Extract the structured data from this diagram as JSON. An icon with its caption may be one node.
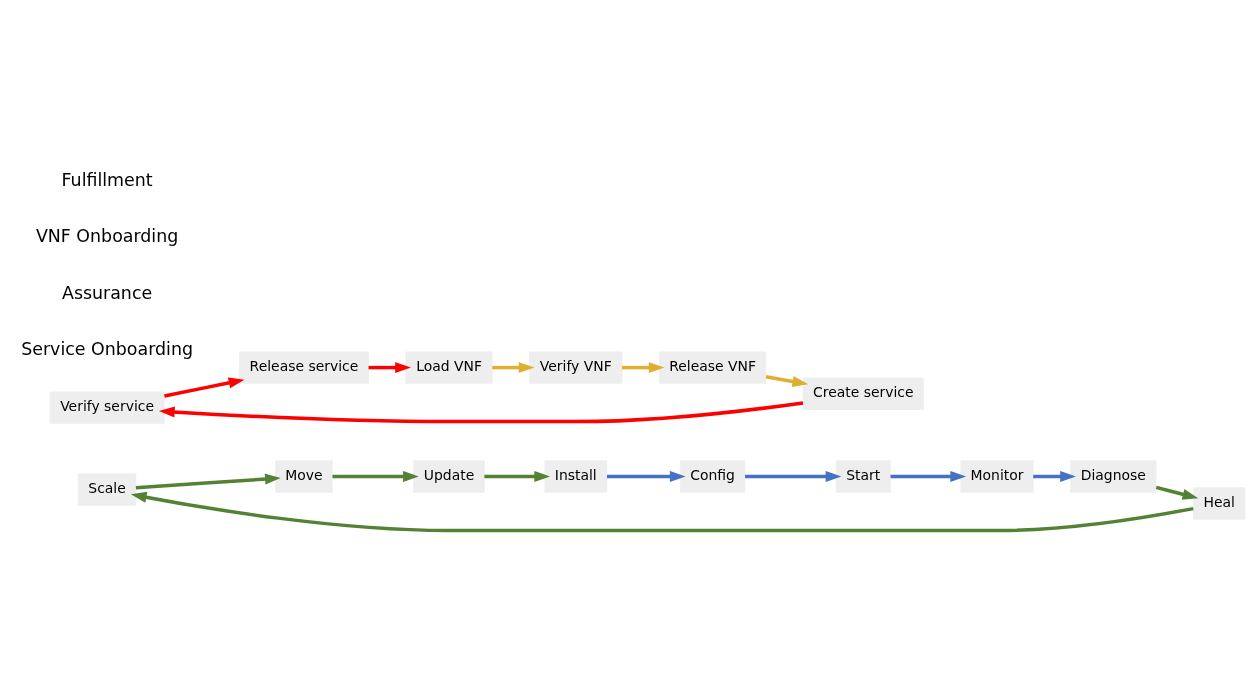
{
  "diagram": {
    "nodes": [
      {
        "text": [
          "Scale"
        ]
      },
      {
        "text": [
          "Verify service"
        ]
      },
      {
        "text": [
          "Release service"
        ]
      },
      {
        "text": [
          "Move"
        ]
      },
      {
        "text": [
          "Heal"
        ]
      },
      {
        "text": [
          "Create service"
        ]
      },
      {
        "text": [
          "Update"
        ]
      },
      {
        "text": [
          "Diagnose"
        ]
      },
      {
        "text": [
          "Install"
        ]
      },
      {
        "text": [
          "Monitor"
        ]
      },
      {
        "text": [
          "Release VNF"
        ]
      },
      {
        "text": [
          "Load VNF"
        ]
      },
      {
        "text": [
          "Verify VNF"
        ]
      },
      {
        "text": [
          "Config"
        ]
      },
      {
        "text": [
          "Start"
        ]
      }
    ],
    "edges": [
      {
        "from": 5,
        "to": 1,
        "arrow": "to",
        "color": "#ff0000"
      },
      {
        "from": 1,
        "to": 2,
        "arrow": "to",
        "color": "#ff0000"
      },
      {
        "from": 2,
        "to": 11,
        "arrow": "to",
        "color": "#ff0000"
      },
      {
        "from": 11,
        "to": 12,
        "arrow": "to",
        "color": "#e0ae30"
      },
      {
        "from": 12,
        "to": 10,
        "arrow": "to",
        "color": "#e0ae30"
      },
      {
        "from": 10,
        "to": 5,
        "arrow": "to",
        "color": "#e0ae30"
      },
      {
        "from": 8,
        "to": 13,
        "arrow": "to",
        "color": "#4472c4"
      },
      {
        "from": 13,
        "to": 14,
        "arrow": "to",
        "color": "#4472c4"
      },
      {
        "from": 14,
        "to": 9,
        "arrow": "to",
        "color": "#4472c4"
      },
      {
        "from": 9,
        "to": 7,
        "arrow": "to",
        "color": "#4472c4"
      },
      {
        "from": 7,
        "to": 4,
        "arrow": "to"
      },
      {
        "from": 4,
        "to": 0,
        "arrow": "to"
      },
      {
        "from": 0,
        "to": 3,
        "arrow": "to"
      },
      {
        "from": 3,
        "to": 6,
        "arrow": "to"
      },
      {
        "from": 6,
        "to": 8,
        "arrow": "to"
      }
    ],
    "labels": [
      "Service Onboarding",
      "Assurance",
      "VNF Onboarding",
      "Fulfillment"
    ]
  }
}
